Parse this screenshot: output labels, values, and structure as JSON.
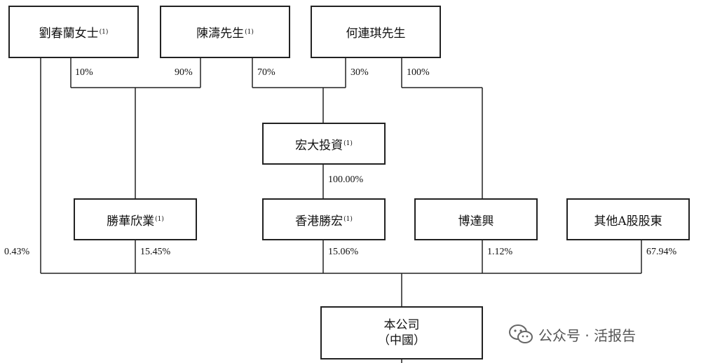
{
  "entities": {
    "liu": {
      "name": "劉春蘭女士",
      "note": "(1)"
    },
    "chen": {
      "name": "陳濤先生",
      "note": "(1)"
    },
    "he": {
      "name": "何連琪先生",
      "note": ""
    },
    "hongda": {
      "name": "宏大投資",
      "note": "(1)"
    },
    "shenghua": {
      "name": "勝華欣業",
      "note": "(1)"
    },
    "hkshenghong": {
      "name": "香港勝宏",
      "note": "(1)"
    },
    "bodaxing": {
      "name": "博達興",
      "note": ""
    },
    "others": {
      "name": "其他A股股東",
      "note": ""
    },
    "company": {
      "name": "本公司",
      "sub": "（中國）"
    }
  },
  "percentages": {
    "liu_to_shenghua": "10%",
    "chen_to_shenghua": "90%",
    "chen_to_hongda": "70%",
    "he_to_hongda": "30%",
    "he_to_bodaxing": "100%",
    "hongda_to_hkshenghong": "100.00%",
    "liu_to_company": "0.43%",
    "shenghua_to_company": "15.45%",
    "hkshenghong_to_company": "15.06%",
    "bodaxing_to_company": "1.12%",
    "others_to_company": "67.94%"
  },
  "watermark": {
    "text": "公众号 · 活报告",
    "icon": "wechat-icon"
  }
}
